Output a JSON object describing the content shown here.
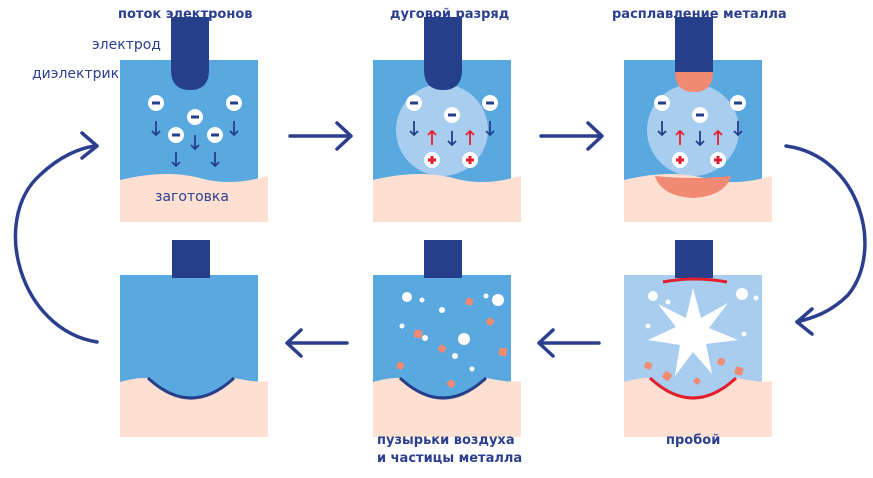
{
  "labels": {
    "step1_title": "поток электронов",
    "step2_title": "дуговой разряд",
    "step3_title": "расплавление металла",
    "step5_title": "пробой",
    "step6_title_line1": "пузырьки воздуха",
    "step6_title_line2": "и частицы металла",
    "electrode": "электрод",
    "dielectric": "диэлектрик",
    "workpiece": "заготовка"
  },
  "colors": {
    "dielectric": "#5aa8e0",
    "electrode": "#253f8a",
    "workpiece": "#fde0d2",
    "channel": "#a9cdee",
    "molten": "#f18a72",
    "positive": "#e31e2d",
    "arrow": "#2c3f8f",
    "text": "#2c3f8f"
  },
  "icons": [
    "electron-minus-icon",
    "ion-plus-icon",
    "flow-arrow-icon",
    "cycle-arrow-icon",
    "spark-icon",
    "bubble-icon",
    "metal-particle-icon"
  ]
}
